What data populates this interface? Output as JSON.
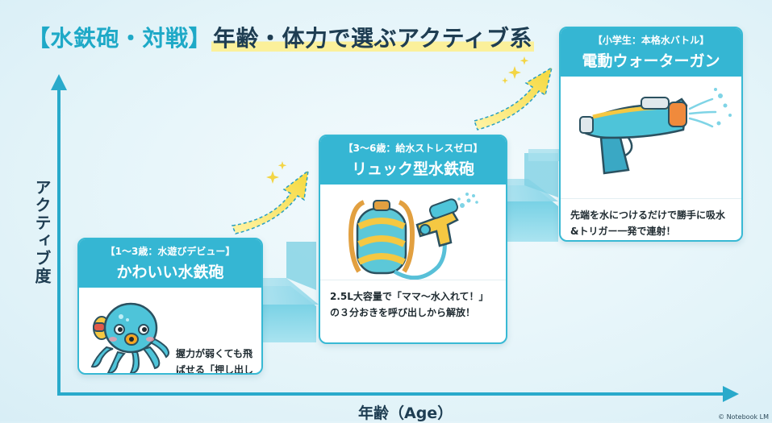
{
  "header": {
    "title_part1": "【水鉄砲・対戦】",
    "title_part2": "年齢・体力で選ぶアクティブ系"
  },
  "axes": {
    "y_label": "アクティブ度",
    "x_label": "年齢（Age）"
  },
  "cards": [
    {
      "subtitle": "【1〜3歳：水遊びデビュー】",
      "name": "かわいい水鉄砲",
      "description": "握力が弱くても飛ばせる「押し出し式」＆角のい安心丸み設計。",
      "icon": "octopus-water-gun-icon"
    },
    {
      "subtitle": "【3〜6歳：給水ストレスゼロ】",
      "name": "リュック型水鉄砲",
      "description": "2.5L大容量で「ママ〜水入れて！」の３分おきを呼び出しから解放！",
      "icon": "backpack-water-gun-icon"
    },
    {
      "subtitle": "【小学生：本格水バトル】",
      "name": "電動ウォーターガン",
      "description": "先端を水につけるだけで勝手に吸水&トリガー一発で連射！",
      "icon": "electric-water-gun-icon"
    }
  ],
  "credit": "© Notebook LM",
  "colors": {
    "accent": "#35b6d3",
    "title_dark": "#1e3d52",
    "highlight": "#fbf09a",
    "arrow_yellow": "#f7e35a"
  }
}
